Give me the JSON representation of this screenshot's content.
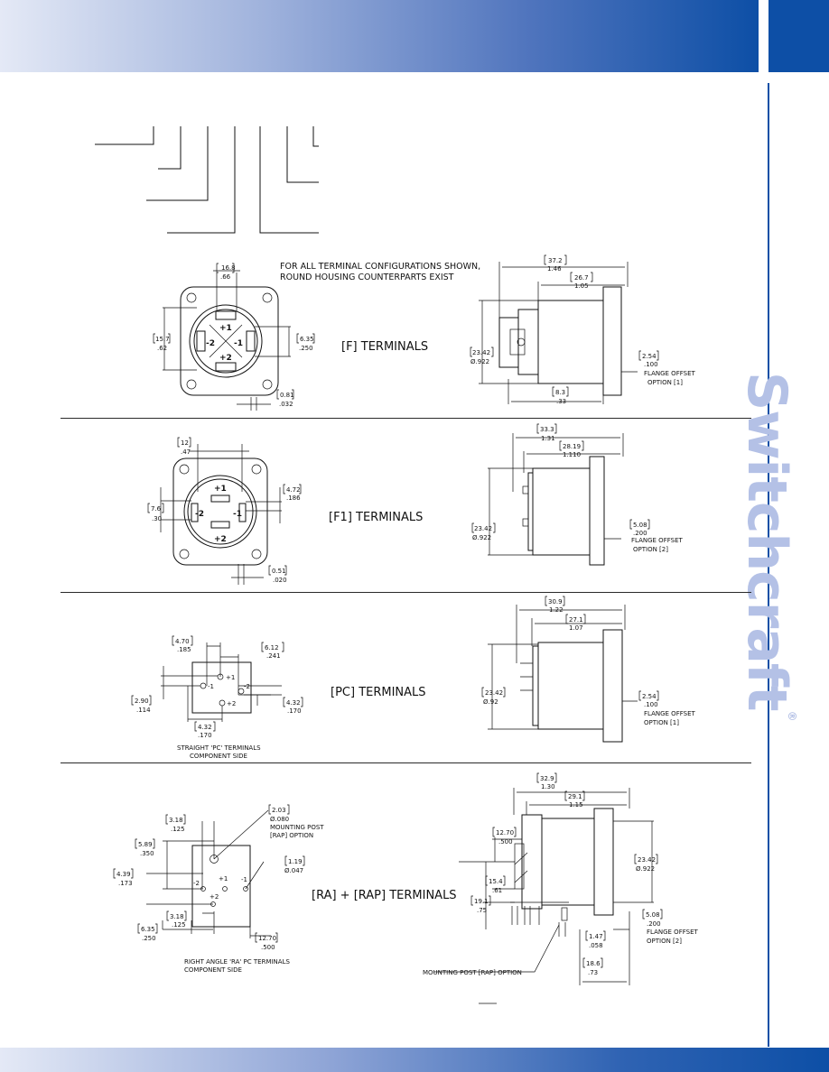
{
  "brand": {
    "name": "Switchcraft",
    "registered": "®"
  },
  "colors": {
    "brand_blue": "#0d4fa6",
    "brand_light": "#b4c1e6",
    "line": "#111111"
  },
  "notes": {
    "all_terminals_line1": "FOR ALL TERMINAL CONFIGURATIONS SHOWN,",
    "all_terminals_line2": "ROUND HOUSING COUNTERPARTS EXIST"
  },
  "sections": {
    "f": {
      "title": "[F] TERMINALS",
      "pins": {
        "p1": "+1",
        "m1": "-1",
        "p2": "+2",
        "m2": "-2"
      },
      "front": {
        "width": [
          "16.8",
          ".66"
        ],
        "height": [
          "15.7",
          ".62"
        ],
        "terminal": [
          "6.35",
          ".250"
        ],
        "gap": [
          "0.81",
          ".032"
        ]
      },
      "side": {
        "overall": [
          "37.2",
          "1.46"
        ],
        "body": [
          "26.7",
          "1.05"
        ],
        "dia": [
          "23.42",
          "Ø.922"
        ],
        "offset": [
          "2.54",
          ".100"
        ],
        "offset_l1": "FLANGE OFFSET",
        "offset_l2": "OPTION [1]",
        "tail": [
          "8.3",
          ".33"
        ]
      }
    },
    "f1": {
      "title": "[F1] TERMINALS",
      "pins": {
        "p1": "+1",
        "m1": "-1",
        "p2": "+2",
        "m2": "-2"
      },
      "front": {
        "width": [
          "12",
          ".47"
        ],
        "height": [
          "7.6",
          ".30"
        ],
        "terminal": [
          "4.72",
          ".186"
        ],
        "gap": [
          "0.51",
          ".020"
        ]
      },
      "side": {
        "overall": [
          "33.3",
          "1.31"
        ],
        "body": [
          "28.19",
          "1.110"
        ],
        "dia": [
          "23.42",
          "Ø.922"
        ],
        "offset": [
          "5.08",
          ".200"
        ],
        "offset_l1": "FLANGE OFFSET",
        "offset_l2": "OPTION [2]"
      }
    },
    "pc": {
      "title": "[PC] TERMINALS",
      "pins": {
        "p1": "+1",
        "m1": "-1",
        "p2": "+2",
        "m2": "-2"
      },
      "layout": {
        "a": [
          "4.70",
          ".185"
        ],
        "b": [
          "6.12",
          ".241"
        ],
        "c": [
          "2.90",
          ".114"
        ],
        "d": [
          "4.32",
          ".170"
        ],
        "e": [
          "4.32",
          ".170"
        ]
      },
      "caption_l1": "STRAIGHT 'PC' TERMINALS",
      "caption_l2": "COMPONENT SIDE",
      "side": {
        "overall": [
          "30.9",
          "1.22"
        ],
        "body": [
          "27.1",
          "1.07"
        ],
        "dia": [
          "23.42",
          "Ø.92"
        ],
        "offset": [
          "2.54",
          ".100"
        ],
        "offset_l1": "FLANGE OFFSET",
        "offset_l2": "OPTION [1]"
      }
    },
    "ra": {
      "title": "[RA] + [RAP] TERMINALS",
      "pins": {
        "m2": "-2",
        "p1": "+1",
        "m1": "-1",
        "p2": "+2"
      },
      "layout": {
        "a": [
          "3.18",
          ".125"
        ],
        "b": [
          "2.03",
          "Ø.080"
        ],
        "b_l1": "MOUNTING POST",
        "b_l2": "[RAP] OPTION",
        "c": [
          "5.89",
          ".350"
        ],
        "d": [
          "1.19",
          "Ø.047"
        ],
        "e": [
          "4.39",
          ".173"
        ],
        "f": [
          "3.18",
          ".125"
        ],
        "g": [
          "6.35",
          ".250"
        ],
        "h": [
          "12.70",
          ".500"
        ]
      },
      "caption_l1": "RIGHT ANGLE 'RA' PC TERMINALS",
      "caption_l2": "COMPONENT SIDE",
      "side": {
        "overall": [
          "32.9",
          "1.30"
        ],
        "body": [
          "29.1",
          "1.15"
        ],
        "dia": [
          "23.42",
          "Ø.922"
        ],
        "top": [
          "12.70",
          ".500"
        ],
        "mid": [
          "15.4",
          ".61"
        ],
        "low": [
          "19.1",
          ".75"
        ],
        "post": [
          "1.47",
          ".058"
        ],
        "offset": [
          "5.08",
          ".200"
        ],
        "offset_l1": "FLANGE OFFSET",
        "offset_l2": "OPTION [2]",
        "tail": [
          "18.6",
          ".73"
        ],
        "post_label": "MOUNTING POST [RAP] OPTION"
      }
    }
  }
}
